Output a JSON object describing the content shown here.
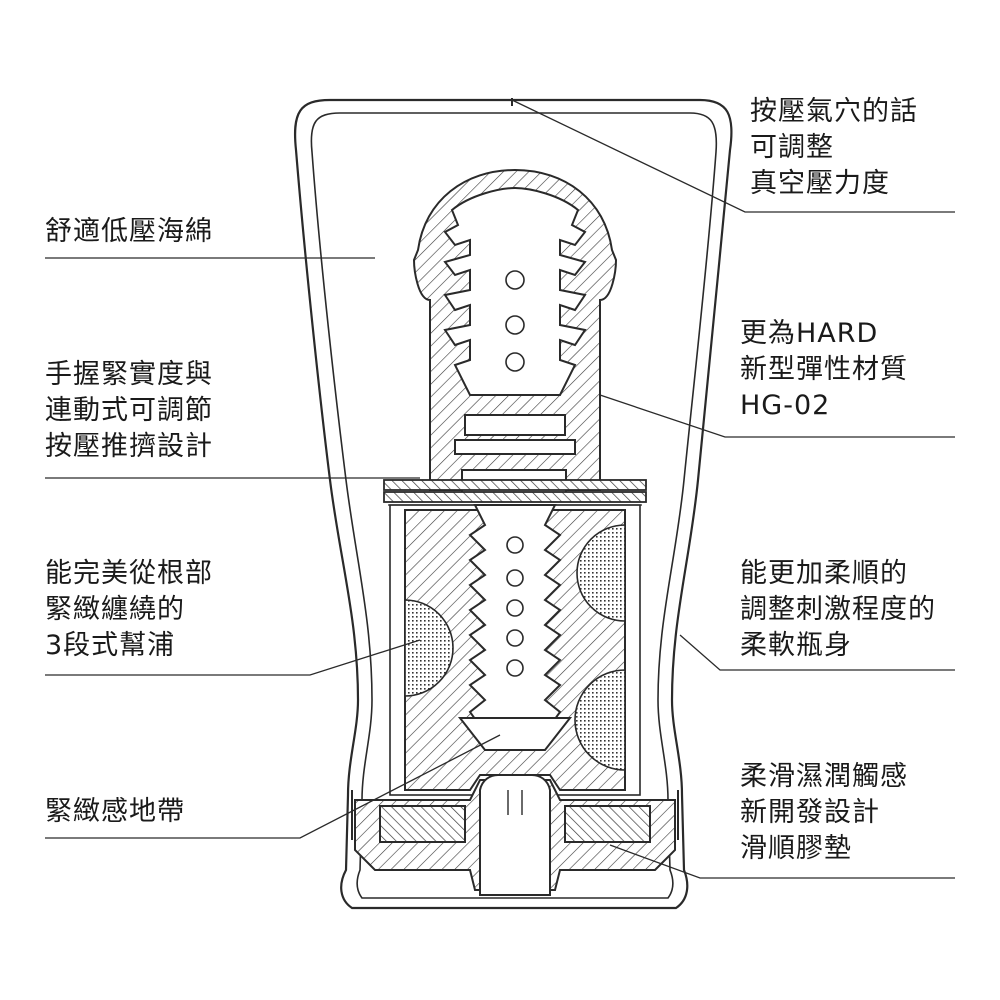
{
  "callouts": {
    "sponge": [
      "舒適低壓海綿"
    ],
    "grip": [
      "手握緊實度與",
      "連動式可調節",
      "按壓推擠設計"
    ],
    "zones": [
      "能完美從根部",
      "緊緻纏繞的",
      "3段式幫浦"
    ],
    "band": [
      "緊緻感地帶"
    ],
    "air_hole": [
      "按壓氣穴的話",
      "可調整",
      "真空壓力度"
    ],
    "material": [
      "更為HARD",
      "新型彈性材質",
      "HG-02"
    ],
    "body": [
      "能更加柔順的",
      "調整刺激程度的",
      "柔軟瓶身"
    ],
    "pad": [
      "柔滑濕潤觸感",
      "新開發設計",
      "滑順膠墊"
    ]
  },
  "colors": {
    "line": "#2a2a2a",
    "text": "#1a1a1a",
    "background": "#ffffff"
  }
}
